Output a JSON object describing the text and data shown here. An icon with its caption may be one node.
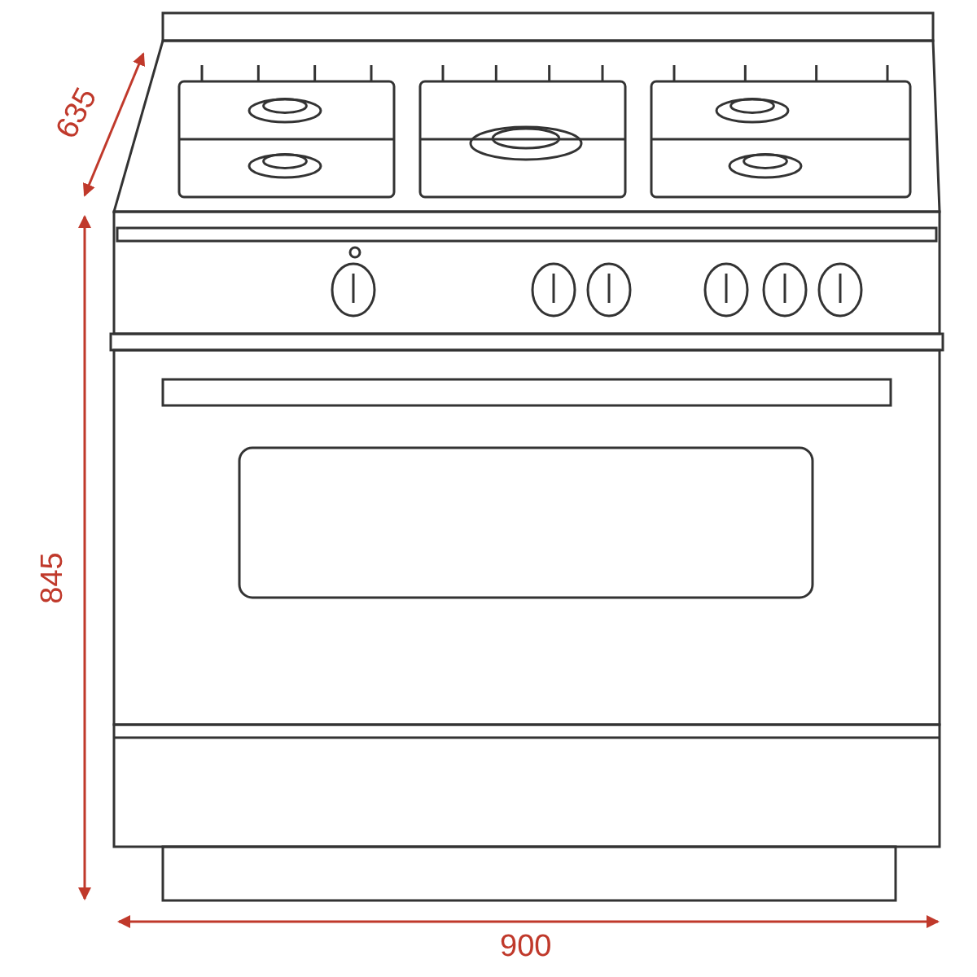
{
  "diagram": {
    "labels": [
      "635",
      "845",
      "900"
    ]
  }
}
